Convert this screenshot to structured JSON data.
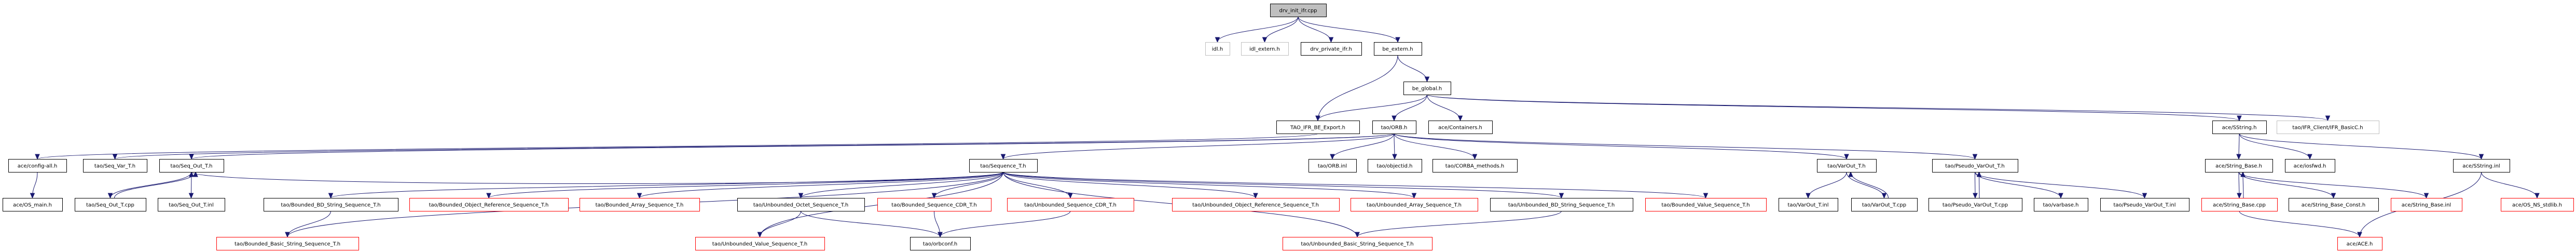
{
  "diagram": {
    "type": "include-dependency-graph",
    "root": "drv_init_ifr.cpp",
    "colors": {
      "edge": "#191970",
      "root_fill": "#bfbfbf",
      "normal_border": "#000000",
      "missing_border": "#bfbfbf",
      "truncated_border": "#ff0000"
    },
    "nodes": [
      {
        "id": "n_root",
        "label": "drv_init_ifr.cpp",
        "style": "root"
      },
      {
        "id": "n_idl",
        "label": "idl.h",
        "style": "missing"
      },
      {
        "id": "n_idl_extern",
        "label": "idl_extern.h",
        "style": "missing"
      },
      {
        "id": "n_drv_private",
        "label": "drv_private_ifr.h",
        "style": "normal"
      },
      {
        "id": "n_be_extern",
        "label": "be_extern.h",
        "style": "normal"
      },
      {
        "id": "n_be_global",
        "label": "be_global.h",
        "style": "normal"
      },
      {
        "id": "n_tao_ifr_be_export",
        "label": "TAO_IFR_BE_Export.h",
        "style": "normal"
      },
      {
        "id": "n_orb",
        "label": "tao/ORB.h",
        "style": "normal"
      },
      {
        "id": "n_containers",
        "label": "ace/Containers.h",
        "style": "normal"
      },
      {
        "id": "n_sstring",
        "label": "ace/SString.h",
        "style": "normal"
      },
      {
        "id": "n_ifr_basicc",
        "label": "tao/IFR_Client/IFR_BasicC.h",
        "style": "missing"
      },
      {
        "id": "n_config_all",
        "label": "ace/config-all.h",
        "style": "normal"
      },
      {
        "id": "n_seq_var",
        "label": "tao/Seq_Var_T.h",
        "style": "normal"
      },
      {
        "id": "n_seq_out",
        "label": "tao/Seq_Out_T.h",
        "style": "normal"
      },
      {
        "id": "n_sequence_t",
        "label": "tao/Sequence_T.h",
        "style": "normal"
      },
      {
        "id": "n_orb_inl",
        "label": "tao/ORB.inl",
        "style": "normal"
      },
      {
        "id": "n_objectid",
        "label": "tao/objectid.h",
        "style": "normal"
      },
      {
        "id": "n_corba_methods",
        "label": "tao/CORBA_methods.h",
        "style": "normal"
      },
      {
        "id": "n_varout",
        "label": "tao/VarOut_T.h",
        "style": "normal"
      },
      {
        "id": "n_pseudo_varout",
        "label": "tao/Pseudo_VarOut_T.h",
        "style": "normal"
      },
      {
        "id": "n_string_base",
        "label": "ace/String_Base.h",
        "style": "normal"
      },
      {
        "id": "n_iosfwd",
        "label": "ace/iosfwd.h",
        "style": "normal"
      },
      {
        "id": "n_sstring_inl",
        "label": "ace/SString.inl",
        "style": "normal"
      },
      {
        "id": "n_os_main",
        "label": "ace/OS_main.h",
        "style": "normal"
      },
      {
        "id": "n_seq_out_cpp",
        "label": "tao/Seq_Out_T.cpp",
        "style": "normal"
      },
      {
        "id": "n_seq_out_inl",
        "label": "tao/Seq_Out_T.inl",
        "style": "normal"
      },
      {
        "id": "n_bounded_bd_string",
        "label": "tao/Bounded_BD_String_Sequence_T.h",
        "style": "normal"
      },
      {
        "id": "n_bounded_objref",
        "label": "tao/Bounded_Object_Reference_Sequence_T.h",
        "style": "truncated"
      },
      {
        "id": "n_bounded_array",
        "label": "tao/Bounded_Array_Sequence_T.h",
        "style": "truncated"
      },
      {
        "id": "n_unbounded_octet",
        "label": "tao/Unbounded_Octet_Sequence_T.h",
        "style": "normal"
      },
      {
        "id": "n_bounded_seq_cdr",
        "label": "tao/Bounded_Sequence_CDR_T.h",
        "style": "truncated"
      },
      {
        "id": "n_unbounded_seq_cdr",
        "label": "tao/Unbounded_Sequence_CDR_T.h",
        "style": "truncated"
      },
      {
        "id": "n_unbounded_objref",
        "label": "tao/Unbounded_Object_Reference_Sequence_T.h",
        "style": "truncated"
      },
      {
        "id": "n_unbounded_array",
        "label": "tao/Unbounded_Array_Sequence_T.h",
        "style": "truncated"
      },
      {
        "id": "n_unbounded_bd_string",
        "label": "tao/Unbounded_BD_String_Sequence_T.h",
        "style": "normal"
      },
      {
        "id": "n_bounded_value",
        "label": "tao/Bounded_Value_Sequence_T.h",
        "style": "truncated"
      },
      {
        "id": "n_varout_inl",
        "label": "tao/VarOut_T.inl",
        "style": "normal"
      },
      {
        "id": "n_varout_cpp",
        "label": "tao/VarOut_T.cpp",
        "style": "normal"
      },
      {
        "id": "n_pseudo_varout_cpp",
        "label": "tao/Pseudo_VarOut_T.cpp",
        "style": "normal"
      },
      {
        "id": "n_varbase",
        "label": "tao/varbase.h",
        "style": "normal"
      },
      {
        "id": "n_pseudo_varout_inl",
        "label": "tao/Pseudo_VarOut_T.inl",
        "style": "normal"
      },
      {
        "id": "n_string_base_cpp",
        "label": "ace/String_Base.cpp",
        "style": "truncated"
      },
      {
        "id": "n_string_base_const",
        "label": "ace/String_Base_Const.h",
        "style": "normal"
      },
      {
        "id": "n_string_base_inl",
        "label": "ace/String_Base.inl",
        "style": "truncated"
      },
      {
        "id": "n_os_ns_stdlib",
        "label": "ace/OS_NS_stdlib.h",
        "style": "truncated"
      },
      {
        "id": "n_bounded_basic_string",
        "label": "tao/Bounded_Basic_String_Sequence_T.h",
        "style": "truncated"
      },
      {
        "id": "n_unbounded_value",
        "label": "tao/Unbounded_Value_Sequence_T.h",
        "style": "truncated"
      },
      {
        "id": "n_orbconf",
        "label": "tao/orbconf.h",
        "style": "normal"
      },
      {
        "id": "n_unbounded_basic_string",
        "label": "tao/Unbounded_Basic_String_Sequence_T.h",
        "style": "truncated"
      },
      {
        "id": "n_ace",
        "label": "ace/ACE.h",
        "style": "truncated"
      }
    ],
    "edges": [
      [
        "n_root",
        "n_idl"
      ],
      [
        "n_root",
        "n_idl_extern"
      ],
      [
        "n_root",
        "n_drv_private"
      ],
      [
        "n_root",
        "n_be_extern"
      ],
      [
        "n_be_extern",
        "n_tao_ifr_be_export"
      ],
      [
        "n_be_extern",
        "n_be_global"
      ],
      [
        "n_be_global",
        "n_tao_ifr_be_export"
      ],
      [
        "n_be_global",
        "n_orb"
      ],
      [
        "n_be_global",
        "n_containers"
      ],
      [
        "n_be_global",
        "n_sstring"
      ],
      [
        "n_be_global",
        "n_ifr_basicc"
      ],
      [
        "n_tao_ifr_be_export",
        "n_config_all"
      ],
      [
        "n_orb",
        "n_seq_var"
      ],
      [
        "n_orb",
        "n_seq_out"
      ],
      [
        "n_orb",
        "n_sequence_t"
      ],
      [
        "n_orb",
        "n_orb_inl"
      ],
      [
        "n_orb",
        "n_objectid"
      ],
      [
        "n_orb",
        "n_corba_methods"
      ],
      [
        "n_orb",
        "n_varout"
      ],
      [
        "n_orb",
        "n_pseudo_varout"
      ],
      [
        "n_config_all",
        "n_os_main"
      ],
      [
        "n_seq_out",
        "n_seq_out_cpp"
      ],
      [
        "n_seq_out_cpp",
        "n_seq_out"
      ],
      [
        "n_seq_out",
        "n_seq_out_inl"
      ],
      [
        "n_sequence_t",
        "n_seq_out"
      ],
      [
        "n_sequence_t",
        "n_bounded_basic_string"
      ],
      [
        "n_sequence_t",
        "n_bounded_bd_string"
      ],
      [
        "n_sequence_t",
        "n_bounded_objref"
      ],
      [
        "n_sequence_t",
        "n_bounded_array"
      ],
      [
        "n_sequence_t",
        "n_unbounded_value"
      ],
      [
        "n_sequence_t",
        "n_unbounded_octet"
      ],
      [
        "n_sequence_t",
        "n_bounded_seq_cdr"
      ],
      [
        "n_sequence_t",
        "n_unbounded_seq_cdr"
      ],
      [
        "n_sequence_t",
        "n_unbounded_basic_string"
      ],
      [
        "n_sequence_t",
        "n_unbounded_objref"
      ],
      [
        "n_sequence_t",
        "n_unbounded_array"
      ],
      [
        "n_sequence_t",
        "n_unbounded_bd_string"
      ],
      [
        "n_sequence_t",
        "n_bounded_value"
      ],
      [
        "n_bounded_bd_string",
        "n_bounded_basic_string"
      ],
      [
        "n_unbounded_octet",
        "n_unbounded_value"
      ],
      [
        "n_unbounded_octet",
        "n_orbconf"
      ],
      [
        "n_bounded_seq_cdr",
        "n_orbconf"
      ],
      [
        "n_unbounded_seq_cdr",
        "n_orbconf"
      ],
      [
        "n_unbounded_bd_string",
        "n_unbounded_basic_string"
      ],
      [
        "n_varout",
        "n_varout_inl"
      ],
      [
        "n_varout",
        "n_varout_cpp"
      ],
      [
        "n_varout_cpp",
        "n_varout"
      ],
      [
        "n_pseudo_varout",
        "n_pseudo_varout_cpp"
      ],
      [
        "n_pseudo_varout_cpp",
        "n_pseudo_varout"
      ],
      [
        "n_pseudo_varout",
        "n_varbase"
      ],
      [
        "n_pseudo_varout",
        "n_pseudo_varout_inl"
      ],
      [
        "n_sstring",
        "n_string_base"
      ],
      [
        "n_sstring",
        "n_iosfwd"
      ],
      [
        "n_sstring",
        "n_sstring_inl"
      ],
      [
        "n_string_base",
        "n_string_base_cpp"
      ],
      [
        "n_string_base_cpp",
        "n_string_base"
      ],
      [
        "n_string_base",
        "n_string_base_const"
      ],
      [
        "n_string_base",
        "n_string_base_inl"
      ],
      [
        "n_string_base_cpp",
        "n_ace"
      ],
      [
        "n_sstring_inl",
        "n_ace"
      ],
      [
        "n_sstring_inl",
        "n_os_ns_stdlib"
      ]
    ]
  }
}
